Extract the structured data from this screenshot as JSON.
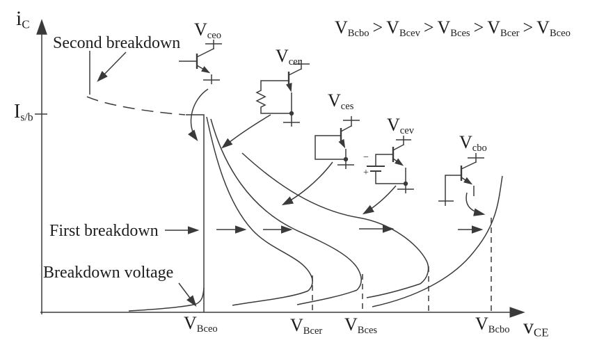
{
  "figure": {
    "kind": "transistor collector-emitter breakdown characteristics (qualitative i_C vs v_CE curves)"
  },
  "colors": {
    "background": "#ffffff",
    "line": "#3a3a3a",
    "text": "#1d1d1d"
  },
  "axes": {
    "y_label": {
      "main": "i",
      "sub": "C"
    },
    "x_label": {
      "main": "v",
      "sub": "CE"
    },
    "y_tick_label": {
      "main": "I",
      "sub": "s/b"
    }
  },
  "annotations": {
    "second_breakdown": "Second breakdown",
    "first_breakdown": "First breakdown",
    "breakdown_voltage": "Breakdown voltage"
  },
  "inequality": {
    "gt": ">",
    "terms": [
      {
        "main": "V",
        "sub": "Bcbo"
      },
      {
        "main": "V",
        "sub": "Bcev"
      },
      {
        "main": "V",
        "sub": "Bces"
      },
      {
        "main": "V",
        "sub": "Bcer"
      },
      {
        "main": "V",
        "sub": "Bceo"
      }
    ]
  },
  "circuits": [
    {
      "id": "vceo",
      "label": {
        "main": "V",
        "sub": "ceo"
      },
      "base_connection": "base open"
    },
    {
      "id": "vcer",
      "label": {
        "main": "V",
        "sub": "cer"
      },
      "base_connection": "base-emitter resistor"
    },
    {
      "id": "vces",
      "label": {
        "main": "V",
        "sub": "ces"
      },
      "base_connection": "base shorted to emitter"
    },
    {
      "id": "vcev",
      "label": {
        "main": "V",
        "sub": "cev"
      },
      "base_connection": "base reverse-biased by battery",
      "battery_minus": "−",
      "battery_plus": "+"
    },
    {
      "id": "vcbo",
      "label": {
        "main": "V",
        "sub": "cbo"
      },
      "base_connection": "emitter open"
    }
  ],
  "x_ticks": [
    {
      "main": "V",
      "sub": "Bceo"
    },
    {
      "main": "V",
      "sub": "Bcer"
    },
    {
      "main": "V",
      "sub": "Bces"
    },
    {
      "main": "V",
      "sub": "Bcbo"
    }
  ]
}
